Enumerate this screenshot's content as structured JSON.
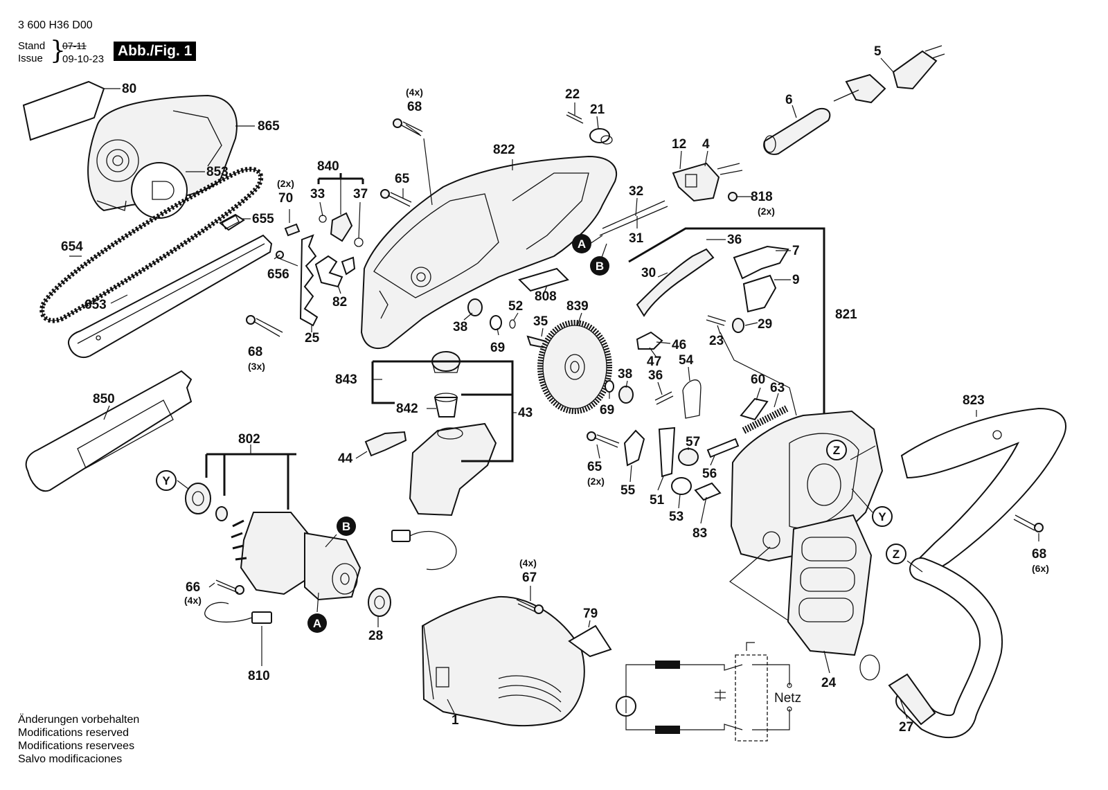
{
  "header": {
    "doc_id": "3 600 H36 D00",
    "stand_label": "Stand",
    "issue_label": "Issue",
    "date_old": "07-11",
    "date_new": "09-10-23",
    "figure_label": "Abb./Fig. 1"
  },
  "footer_notes": [
    "Änderungen vorbehalten",
    "Modifications reserved",
    "Modifications reservees",
    "Salvo modificaciones"
  ],
  "schematic_label": "Netz",
  "ref_markers": [
    "A",
    "B",
    "Y",
    "Z"
  ],
  "callouts": {
    "c80": "80",
    "c865": "865",
    "c853": "853",
    "c654": "654",
    "c655": "655",
    "c656": "656",
    "c653": "653",
    "c70": "70",
    "c70q": "(2x)",
    "c840": "840",
    "c33": "33",
    "c37": "37",
    "c82": "82",
    "c25": "25",
    "c68a": "68",
    "c68aq": "(3x)",
    "c68b": "68",
    "c68bq": "(4x)",
    "c65a": "65",
    "c22": "22",
    "c21": "21",
    "c822": "822",
    "c6": "6",
    "c5": "5",
    "c12": "12",
    "c4": "4",
    "c818": "818",
    "c818q": "(2x)",
    "c32": "32",
    "c31": "31",
    "c808": "808",
    "c38a": "38",
    "c69a": "69",
    "c52": "52",
    "c35": "35",
    "c839": "839",
    "c36a": "36",
    "c7": "7",
    "c30": "30",
    "c9": "9",
    "c821": "821",
    "c29": "29",
    "c23": "23",
    "c46": "46",
    "c47": "47",
    "c54": "54",
    "c38b": "38",
    "c36b": "36",
    "c69b": "69",
    "c60": "60",
    "c63": "63",
    "c843": "843",
    "c842": "842",
    "c43": "43",
    "c44": "44",
    "c850": "850",
    "c802": "802",
    "c66": "66",
    "c66q": "(4x)",
    "c810": "810",
    "c28": "28",
    "c67": "67",
    "c67q": "(4x)",
    "c79": "79",
    "c1": "1",
    "c65b": "65",
    "c65bq": "(2x)",
    "c55": "55",
    "c51": "51",
    "c57": "57",
    "c56": "56",
    "c53": "53",
    "c83": "83",
    "c823": "823",
    "c68c": "68",
    "c68cq": "(6x)",
    "c24": "24",
    "c27": "27"
  }
}
